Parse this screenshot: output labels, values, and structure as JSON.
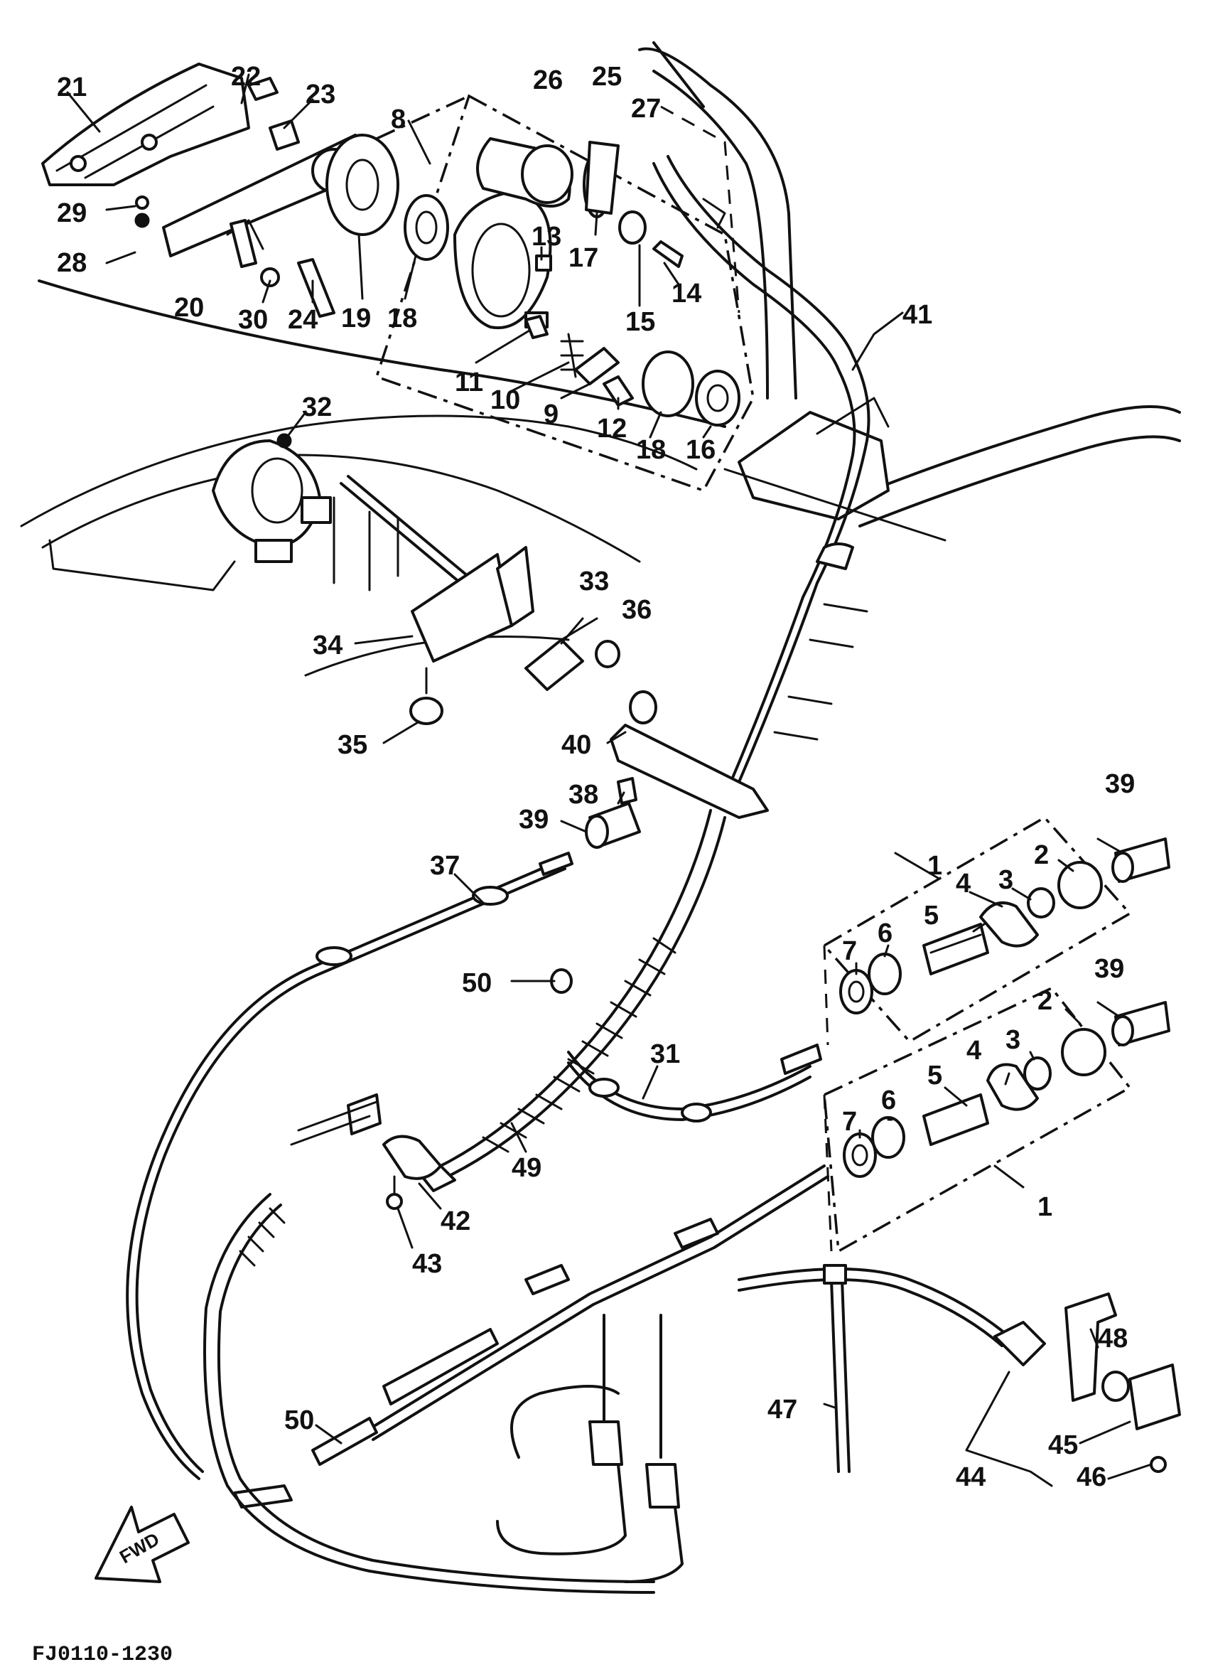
{
  "diagram": {
    "reference_code": "FJ0110-1230",
    "direction_label": "FWD",
    "callouts": [
      "21",
      "22",
      "23",
      "26",
      "25",
      "27",
      "8",
      "29",
      "28",
      "20",
      "30",
      "24",
      "19",
      "18",
      "13",
      "17",
      "15",
      "14",
      "11",
      "10",
      "9",
      "12",
      "18",
      "16",
      "41",
      "32",
      "33",
      "36",
      "34",
      "35",
      "40",
      "38",
      "39",
      "37",
      "39",
      "1",
      "2",
      "3",
      "4",
      "5",
      "6",
      "7",
      "39",
      "2",
      "3",
      "4",
      "5",
      "6",
      "7",
      "1",
      "50",
      "31",
      "49",
      "42",
      "43",
      "48",
      "47",
      "50",
      "45",
      "44",
      "46"
    ]
  }
}
